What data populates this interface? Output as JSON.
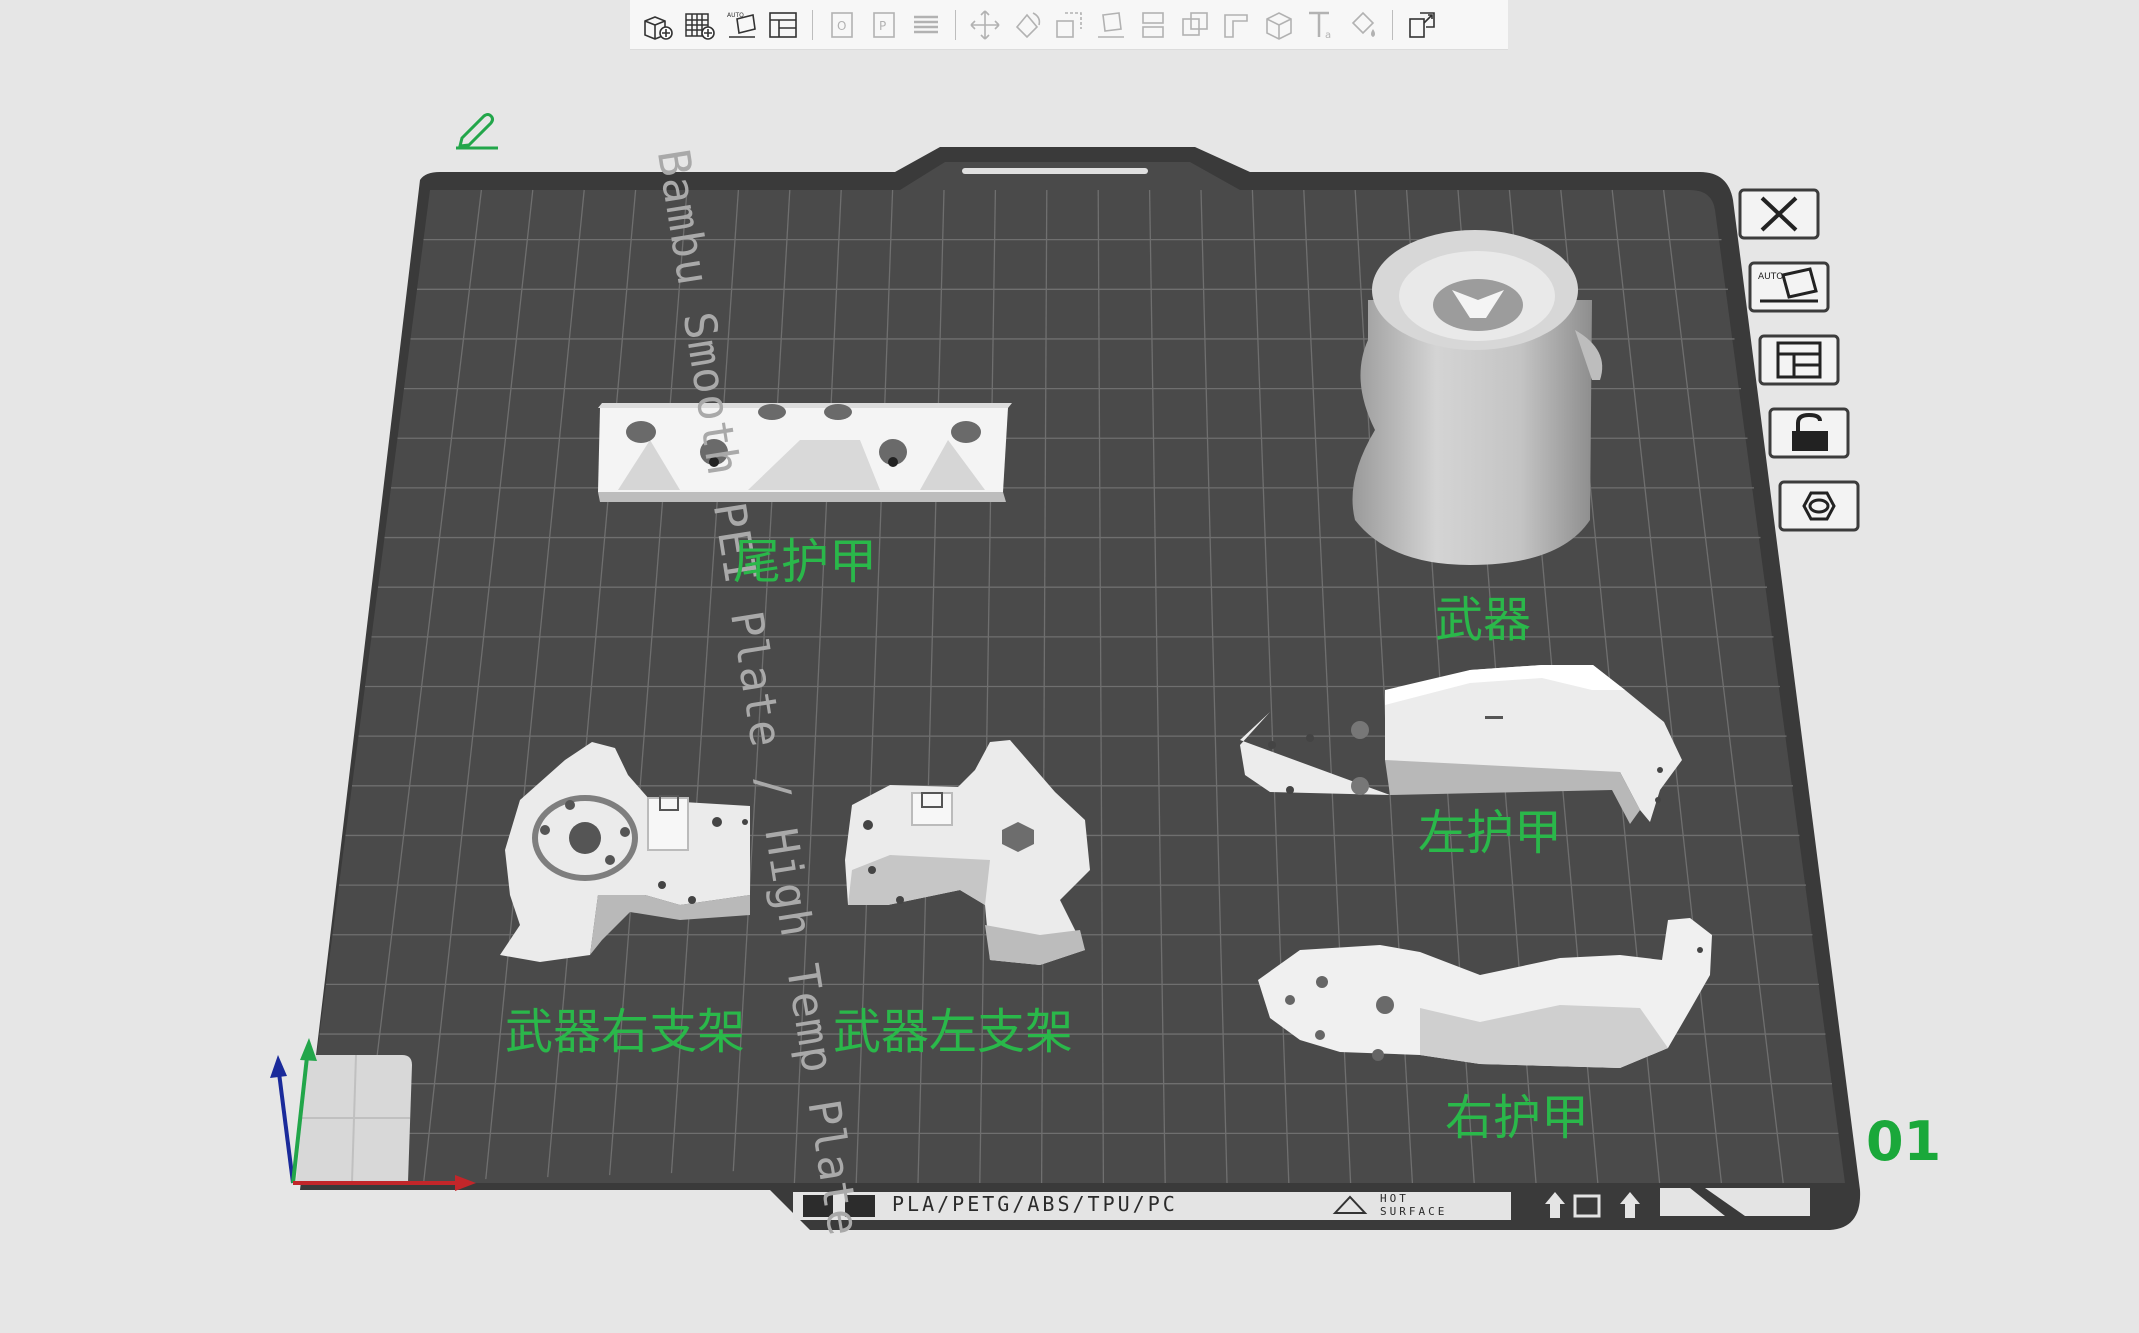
{
  "toolbar": {
    "buttons": [
      {
        "name": "add-object-button",
        "icon": "add-cube-icon",
        "enabled": true
      },
      {
        "name": "add-plate-button",
        "icon": "add-grid-icon",
        "enabled": true
      },
      {
        "name": "auto-orient-button",
        "icon": "auto-orient-icon",
        "label": "AUTO",
        "enabled": true
      },
      {
        "name": "arrange-button",
        "icon": "arrange-icon",
        "enabled": true
      },
      {
        "name": "split-objects-button",
        "icon": "split-objects-icon",
        "enabled": false
      },
      {
        "name": "split-parts-button",
        "icon": "split-parts-icon",
        "enabled": false
      },
      {
        "name": "layers-button",
        "icon": "layers-icon",
        "enabled": false
      },
      {
        "name": "move-button",
        "icon": "move-icon",
        "enabled": false
      },
      {
        "name": "rotate-button",
        "icon": "rotate-icon",
        "enabled": false
      },
      {
        "name": "scale-button",
        "icon": "scale-icon",
        "enabled": false
      },
      {
        "name": "lay-on-face-button",
        "icon": "lay-on-face-icon",
        "enabled": false
      },
      {
        "name": "cut-button",
        "icon": "cut-icon",
        "enabled": false
      },
      {
        "name": "boolean-button",
        "icon": "boolean-icon",
        "enabled": false
      },
      {
        "name": "support-paint-button",
        "icon": "support-paint-icon",
        "enabled": false
      },
      {
        "name": "seam-paint-button",
        "icon": "seam-paint-icon",
        "enabled": false
      },
      {
        "name": "text-button",
        "icon": "text-icon",
        "enabled": false
      },
      {
        "name": "color-paint-button",
        "icon": "color-paint-icon",
        "enabled": false
      },
      {
        "name": "assembly-view-button",
        "icon": "assembly-view-icon",
        "enabled": true
      }
    ]
  },
  "plate": {
    "name_vertical": "Bambu Smooth PEI Plate / High Temp Plate",
    "number": "01",
    "strip_materials": "PLA/PETG/ABS/TPU/PC",
    "strip_hot": "HOT",
    "strip_surface": "SURFACE",
    "colors": {
      "plate": "#4a4a4a",
      "grid": "#6e6e6e",
      "label": "#2ab84a",
      "background": "#e6e6e6"
    }
  },
  "side_buttons": [
    {
      "name": "delete-plate-button",
      "icon": "close-icon"
    },
    {
      "name": "auto-arrange-plate-button",
      "icon": "auto-orient-icon",
      "label": "AUTO"
    },
    {
      "name": "arrange-plate-button",
      "icon": "arrange-icon"
    },
    {
      "name": "lock-plate-button",
      "icon": "lock-icon"
    },
    {
      "name": "plate-settings-button",
      "icon": "hexagon-settings-icon"
    }
  ],
  "objects": [
    {
      "name": "tail-armor",
      "label": "尾护甲"
    },
    {
      "name": "weapon",
      "label": "武器"
    },
    {
      "name": "left-armor",
      "label": "左护甲"
    },
    {
      "name": "weapon-right-bracket",
      "label": "武器右支架"
    },
    {
      "name": "weapon-left-bracket",
      "label": "武器左支架"
    },
    {
      "name": "right-armor",
      "label": "右护甲"
    }
  ]
}
